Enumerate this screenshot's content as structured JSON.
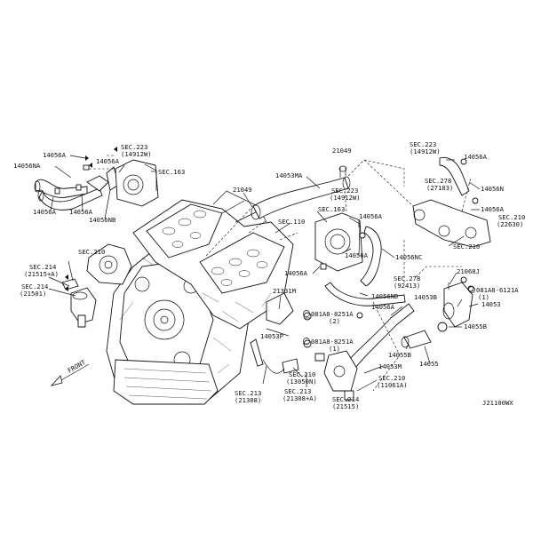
{
  "diagram_id": "J21100WX",
  "front_label": "FRONT",
  "labels": {
    "l_14056A_a": "14056A",
    "l_14056NA": "14056NA",
    "l_14056A_b": "14056A",
    "l_14056A_c": "14056A",
    "l_14056NB": "14056NB",
    "l_sec223_a": "SEC.223",
    "l_sec223_a2": "(14912W)",
    "l_14056A_d": "14056A",
    "l_sec163_a": "SEC.163",
    "l_21049_a": "21049",
    "l_14053MA": "14053MA",
    "l_21049_b": "21049",
    "l_sec223_b": "SEC.223",
    "l_sec223_b2": "(14912W)",
    "l_sec163_b": "SEC.163",
    "l_sec110": "SEC.110",
    "l_14056A_e": "14056A",
    "l_14056NC": "14056NC",
    "l_14056A_f": "14056A",
    "l_sec223_c": "SEC.223",
    "l_sec223_c2": "(14912W)",
    "l_14056A_g": "14056A",
    "l_sec278_a": "SEC.278",
    "l_sec278_a2": "(27183)",
    "l_14056N": "14056N",
    "l_14056A_h": "14056A",
    "l_sec210_a": "SEC.210",
    "l_sec210_a2": "(22630)",
    "l_sec210_b": "SEC.210",
    "l_sec210_c": "SEC.210",
    "l_sec214_a": "SEC.214",
    "l_sec214_a2": "(21515+A)",
    "l_sec214_b": "SEC.214",
    "l_sec214_b2": "(21501)",
    "l_21331M": "21331M",
    "l_081A8_a": "081A8-8251A",
    "l_081A8_a2": "(2)",
    "l_14056A_i": "14056A",
    "l_14053P": "14053P",
    "l_081A8_b": "081A8-8251A",
    "l_081A8_b2": "(1)",
    "l_14056ND": "14056ND",
    "l_sec278_b": "SEC.278",
    "l_sec278_b2": "(92413)",
    "l_21068J": "21068J",
    "l_081A8_c": "081A8-6121A",
    "l_081A8_c2": "(1)",
    "l_14053B": "14053B",
    "l_14053": "14053",
    "l_14055B_a": "14055B",
    "l_14055B_b": "14055B",
    "l_14055": "14055",
    "l_14053M": "14053M",
    "l_sec210_d": "SEC.210",
    "l_sec210_d2": "(11061A)",
    "l_sec210_e": "SEC.210",
    "l_sec210_e2": "(13050N)",
    "l_sec213_a": "SEC.213",
    "l_sec213_a2": "(21308)",
    "l_sec213_b": "SEC.213",
    "l_sec213_b2": "(21308+A)",
    "l_sec214_c": "SEC.214",
    "l_sec214_c2": "(21515)"
  }
}
